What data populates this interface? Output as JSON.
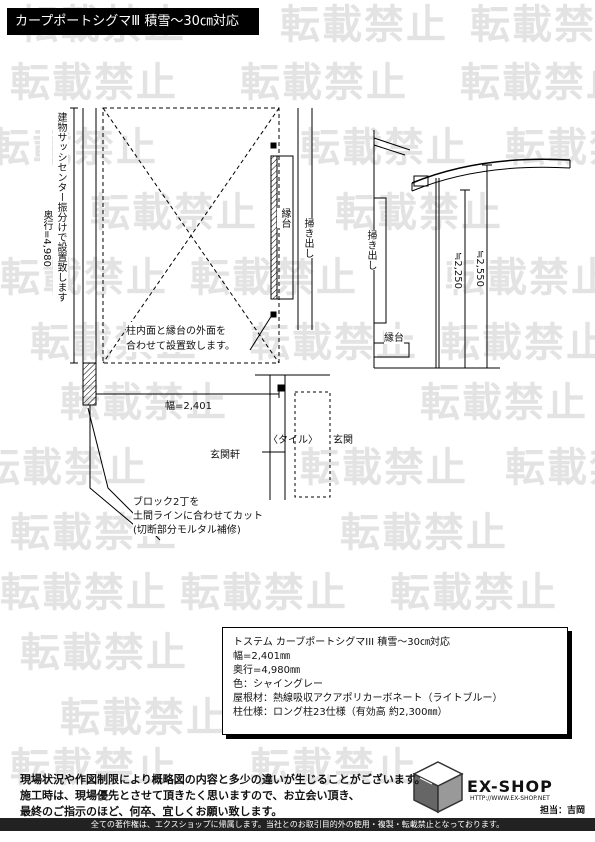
{
  "title": "カープポートシグマⅢ 積雪〜30㎝対応",
  "watermark": "転載禁止",
  "plan": {
    "width_label": "幅=2,401",
    "depth_label": "奥行=4,980",
    "depth_note": "建物サッシセンター振分けで設置致します",
    "post_note_line1": "柱内面と縁台の外面を",
    "post_note_line2": "合わせて設置致します。",
    "engawa": "縁台",
    "sweep_out": "掃き出し",
    "tile": "〈タイル〉",
    "entrance": "玄関",
    "entrance_eave": "玄関軒",
    "block_line1": "ブロック2丁を",
    "block_line2": "土間ラインに合わせてカット",
    "block_line3": "(切断部分モルタル補修)"
  },
  "elevation": {
    "sweep_out": "掃き出し",
    "engawa": "縁台",
    "height1": "≒2,250",
    "height2": "≒2,550"
  },
  "spec": {
    "lines": [
      "トステム カーブポートシグマIII 積雪〜30㎝対応",
      "幅=2,401㎜",
      "奥行=4,980㎜",
      "色：シャイングレー",
      "屋根材：熱線吸収アクアポリカーボネート（ライトブルー）",
      "柱仕様：ロング柱23仕様（有効高 約2,300㎜）"
    ]
  },
  "notice": {
    "line1": "現場状況や作図制限により概略図の内容と多少の違いが生じることがございます。",
    "line2": "施工時は、現場優先とさせて頂きたく思いますので、お立会い頂き、",
    "line3": "最終のご指示のほど、何卒、宜しくお願い致します。"
  },
  "footer": "全ての著作権は、エクスショップに帰属します。当社とのお取引目的外の使用・複製・転載禁止となっております。",
  "logo": {
    "name": "EX-SHOP",
    "url": "HTTP://WWW.EX-SHOP.NET",
    "person": "担当：吉岡"
  }
}
